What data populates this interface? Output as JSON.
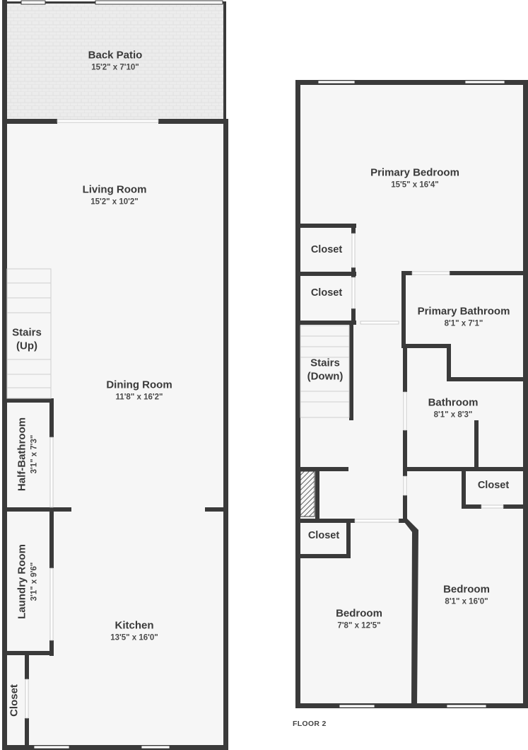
{
  "floor2_label": "FLOOR 2",
  "colors": {
    "wall": "#3a3a3a",
    "floor": "#f6f6f6",
    "patio": "#ededed",
    "window": "#ffffff"
  },
  "rooms": {
    "back_patio": {
      "name": "Back Patio",
      "dims": "15'2\" x 7'10\""
    },
    "living_room": {
      "name": "Living Room",
      "dims": "15'2\" x 10'2\""
    },
    "dining_room": {
      "name": "Dining Room",
      "dims": "11'8\" x 16'2\""
    },
    "stairs_up": {
      "name": "Stairs",
      "sub": "(Up)"
    },
    "half_bathroom": {
      "name": "Half-Bathroom",
      "dims": "3'1\" x 7'3\""
    },
    "laundry_room": {
      "name": "Laundry Room",
      "dims": "3'1\" x 9'6\""
    },
    "kitchen": {
      "name": "Kitchen",
      "dims": "13'5\" x 16'0\""
    },
    "closet_f1": {
      "name": "Closet"
    },
    "primary_bedroom": {
      "name": "Primary Bedroom",
      "dims": "15'5\" x 16'4\""
    },
    "closet_a": {
      "name": "Closet"
    },
    "closet_b": {
      "name": "Closet"
    },
    "primary_bathroom": {
      "name": "Primary Bathroom",
      "dims": "8'1\" x 7'1\""
    },
    "stairs_down": {
      "name": "Stairs",
      "sub": "(Down)"
    },
    "bathroom": {
      "name": "Bathroom",
      "dims": "8'1\" x 8'3\""
    },
    "closet_c": {
      "name": "Closet"
    },
    "closet_d": {
      "name": "Closet"
    },
    "bedroom_left": {
      "name": "Bedroom",
      "dims": "7'8\" x 12'5\""
    },
    "bedroom_right": {
      "name": "Bedroom",
      "dims": "8'1\" x 16'0\""
    }
  }
}
